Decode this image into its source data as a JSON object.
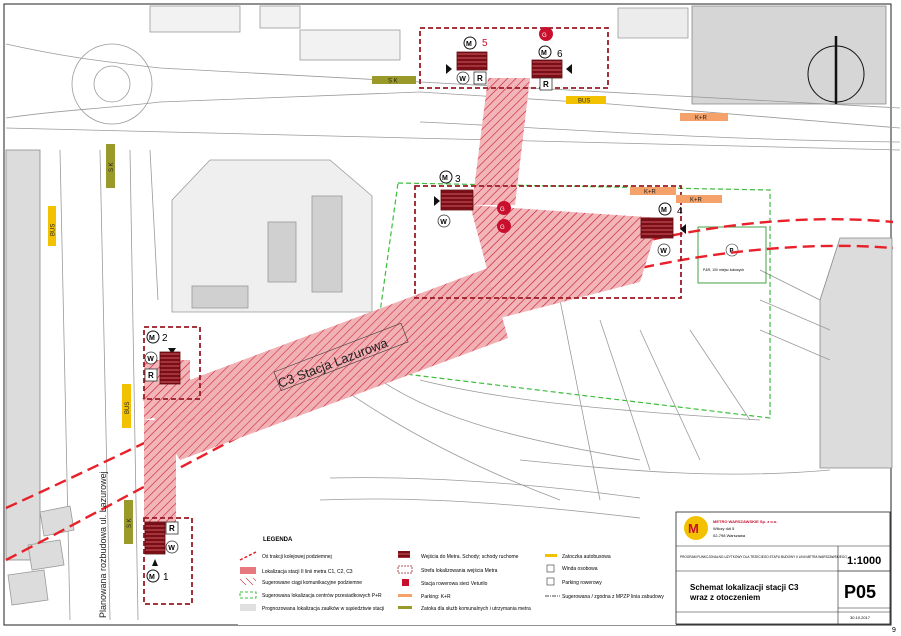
{
  "map": {
    "corner_number": "9",
    "street_label_rotated": "Planowana rozbudowa ul. Lazurowej",
    "station_label": "C3 Stacja Lazurowa",
    "tags": {
      "sk": "S K",
      "bus": "BUS",
      "kr": "K+R",
      "p": "P",
      "pr_note": "P&R, 100 miejsc kołowych"
    },
    "entrances": [
      {
        "num": "1",
        "letters": [
          "R",
          "W"
        ]
      },
      {
        "num": "2",
        "letters": [
          "W",
          "R"
        ]
      },
      {
        "num": "3",
        "letters": [
          "W"
        ]
      },
      {
        "num": "4",
        "letters": [
          "W"
        ]
      },
      {
        "num": "5",
        "letters": [
          "W",
          "R"
        ]
      },
      {
        "num": "6",
        "letters": [
          "R"
        ]
      }
    ],
    "metro_symbol": "M"
  },
  "legend": {
    "title": "LEGENDA",
    "left": [
      "Oś trakcji kolejowej podziemnej",
      "Lokalizacja stacji II linii metra C1, C2, C3",
      "Sugerowane ciągi komunikacyjne podziemne",
      "Sugerowana lokalizacja centrów przesiadkowych P+R",
      "Prognozowana lokalizacja zaułków w sąsiedztwie stacji"
    ],
    "middle": [
      "Wejścia do Metra. Schody; schody ruchome",
      "Strefa lokalizowania wejścia Metra",
      "Stacja rowerowa sieci Veturilo",
      "Parking: K+R",
      "Zatoka dla służb komunalnych i utrzymania metra"
    ],
    "right": [
      "Zatoczka autobusowa",
      "Winda osobowa",
      "Parking rowerowy",
      "Sugerowana / zgodna z MPZP linia zabudowy"
    ]
  },
  "titleblock": {
    "company": "METRO WARSZAWSKIE Sp. z o.o.",
    "address1": "Wilczy dół 5",
    "address2": "02-798 Warszawa",
    "program": "PROGRAM FUNKCJONALNO-UŻYTKOWY DLA TRZECIEGO ETAPU BUDOWY II LINII METRA WARSZAWSKIEGO",
    "title1": "Schemat lokalizacji stacji C3",
    "title2": "wraz z otoczeniem",
    "scale": "1:1000",
    "code": "P05",
    "date": "30.10.2017"
  },
  "colors": {
    "red": "#c8102e",
    "dash_red": "#e8202a",
    "green": "#3bbf3b",
    "sk": "#9a9a2a",
    "bus": "#f2c200",
    "kr": "#f5a26a"
  }
}
